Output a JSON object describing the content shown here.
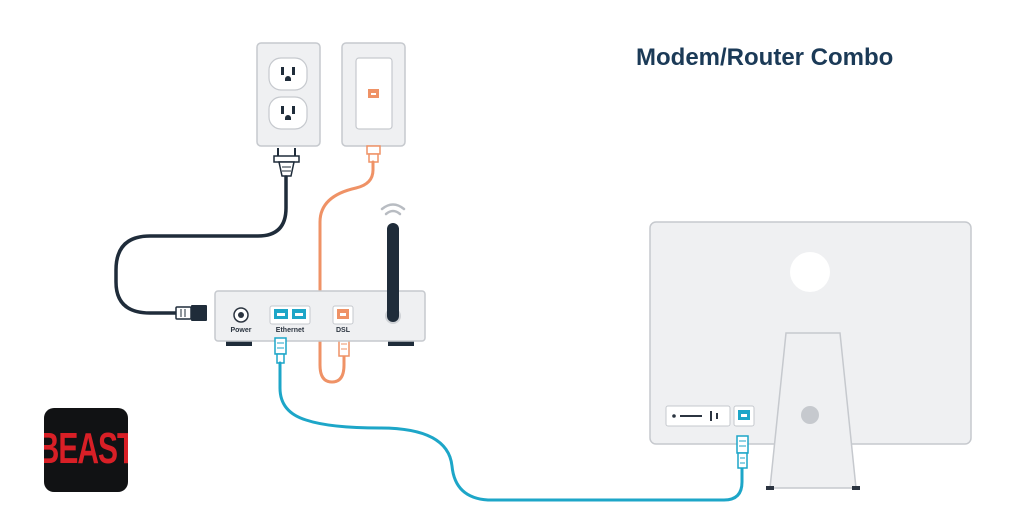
{
  "title": "Modem/Router Combo",
  "router": {
    "power_label": "Power",
    "ethernet_label": "Ethernet",
    "dsl_label": "DSL"
  },
  "logo": {
    "text": "BEAST"
  },
  "colors": {
    "power_cable": "#1f2c3a",
    "phone_cable": "#ef9266",
    "ethernet_cable": "#1da6c8",
    "title": "#1b3a57",
    "device_fill": "#eff0f2",
    "device_stroke": "#c6c9ce",
    "logo_background": "#111214",
    "logo_text": "#d81f26"
  },
  "icons": {
    "outlet": "power-outlet-icon",
    "phone_jack": "phone-jack-icon",
    "wifi": "wifi-signal-icon"
  }
}
